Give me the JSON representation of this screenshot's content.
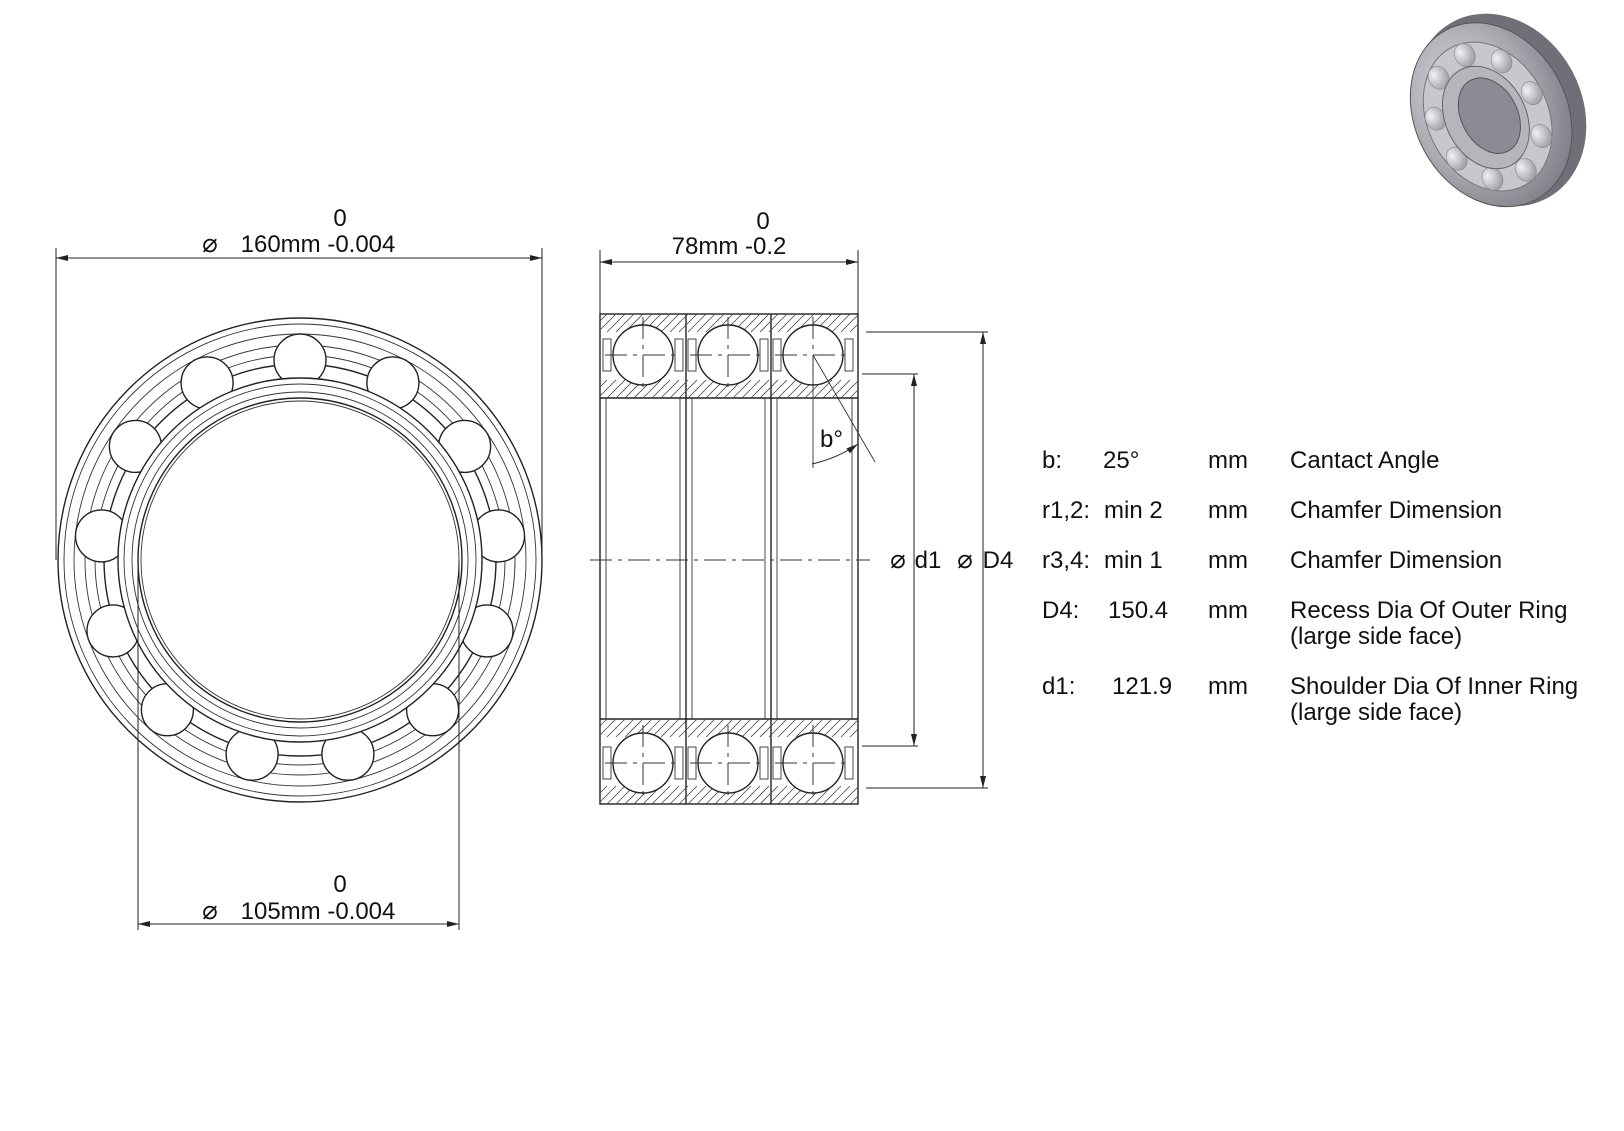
{
  "front_view": {
    "outer_diameter": {
      "upper": "0",
      "main": "160mm -0.004",
      "symbol": "⌀"
    },
    "inner_diameter": {
      "upper": "0",
      "main": "105mm -0.004",
      "symbol": "⌀"
    }
  },
  "side_view": {
    "width": {
      "upper": "0",
      "main": "78mm -0.2"
    },
    "angle_label": "b°",
    "d1_label": "d1",
    "D4_label": "D4",
    "symbol": "⌀"
  },
  "specs": [
    {
      "key": "b:",
      "value": "25°",
      "unit": "mm",
      "desc": "Cantact Angle",
      "desc2": ""
    },
    {
      "key": "r1,2:",
      "value": "min 2",
      "unit": "mm",
      "desc": "Chamfer Dimension",
      "desc2": ""
    },
    {
      "key": "r3,4:",
      "value": "min 1",
      "unit": "mm",
      "desc": "Chamfer Dimension",
      "desc2": ""
    },
    {
      "key": "D4:",
      "value": "150.4",
      "unit": "mm",
      "desc": "Recess Dia Of Outer Ring",
      "desc2": "(large side face)"
    },
    {
      "key": "d1:",
      "value": "121.9",
      "unit": "mm",
      "desc": "Shoulder Dia Of Inner Ring",
      "desc2": "(large side face)"
    }
  ]
}
